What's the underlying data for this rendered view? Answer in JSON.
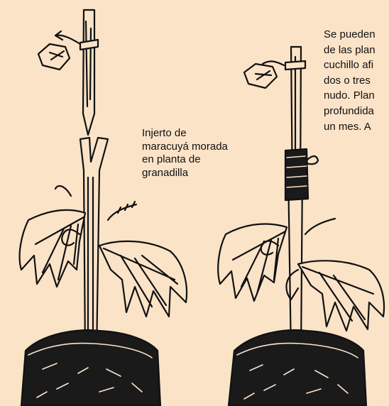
{
  "caption_lines": [
    "Injerto de",
    "maracuyá morada",
    "en planta de",
    "granadilla"
  ],
  "side_text_lines": [
    "Se pueden",
    "de las plan",
    "cuchillo afi",
    "dos o tres",
    "nudo. Plan",
    "profundida",
    "un mes. A"
  ],
  "colors": {
    "background": "#fbe3c8",
    "ink": "#111111",
    "soil": "#1a1a1a"
  }
}
